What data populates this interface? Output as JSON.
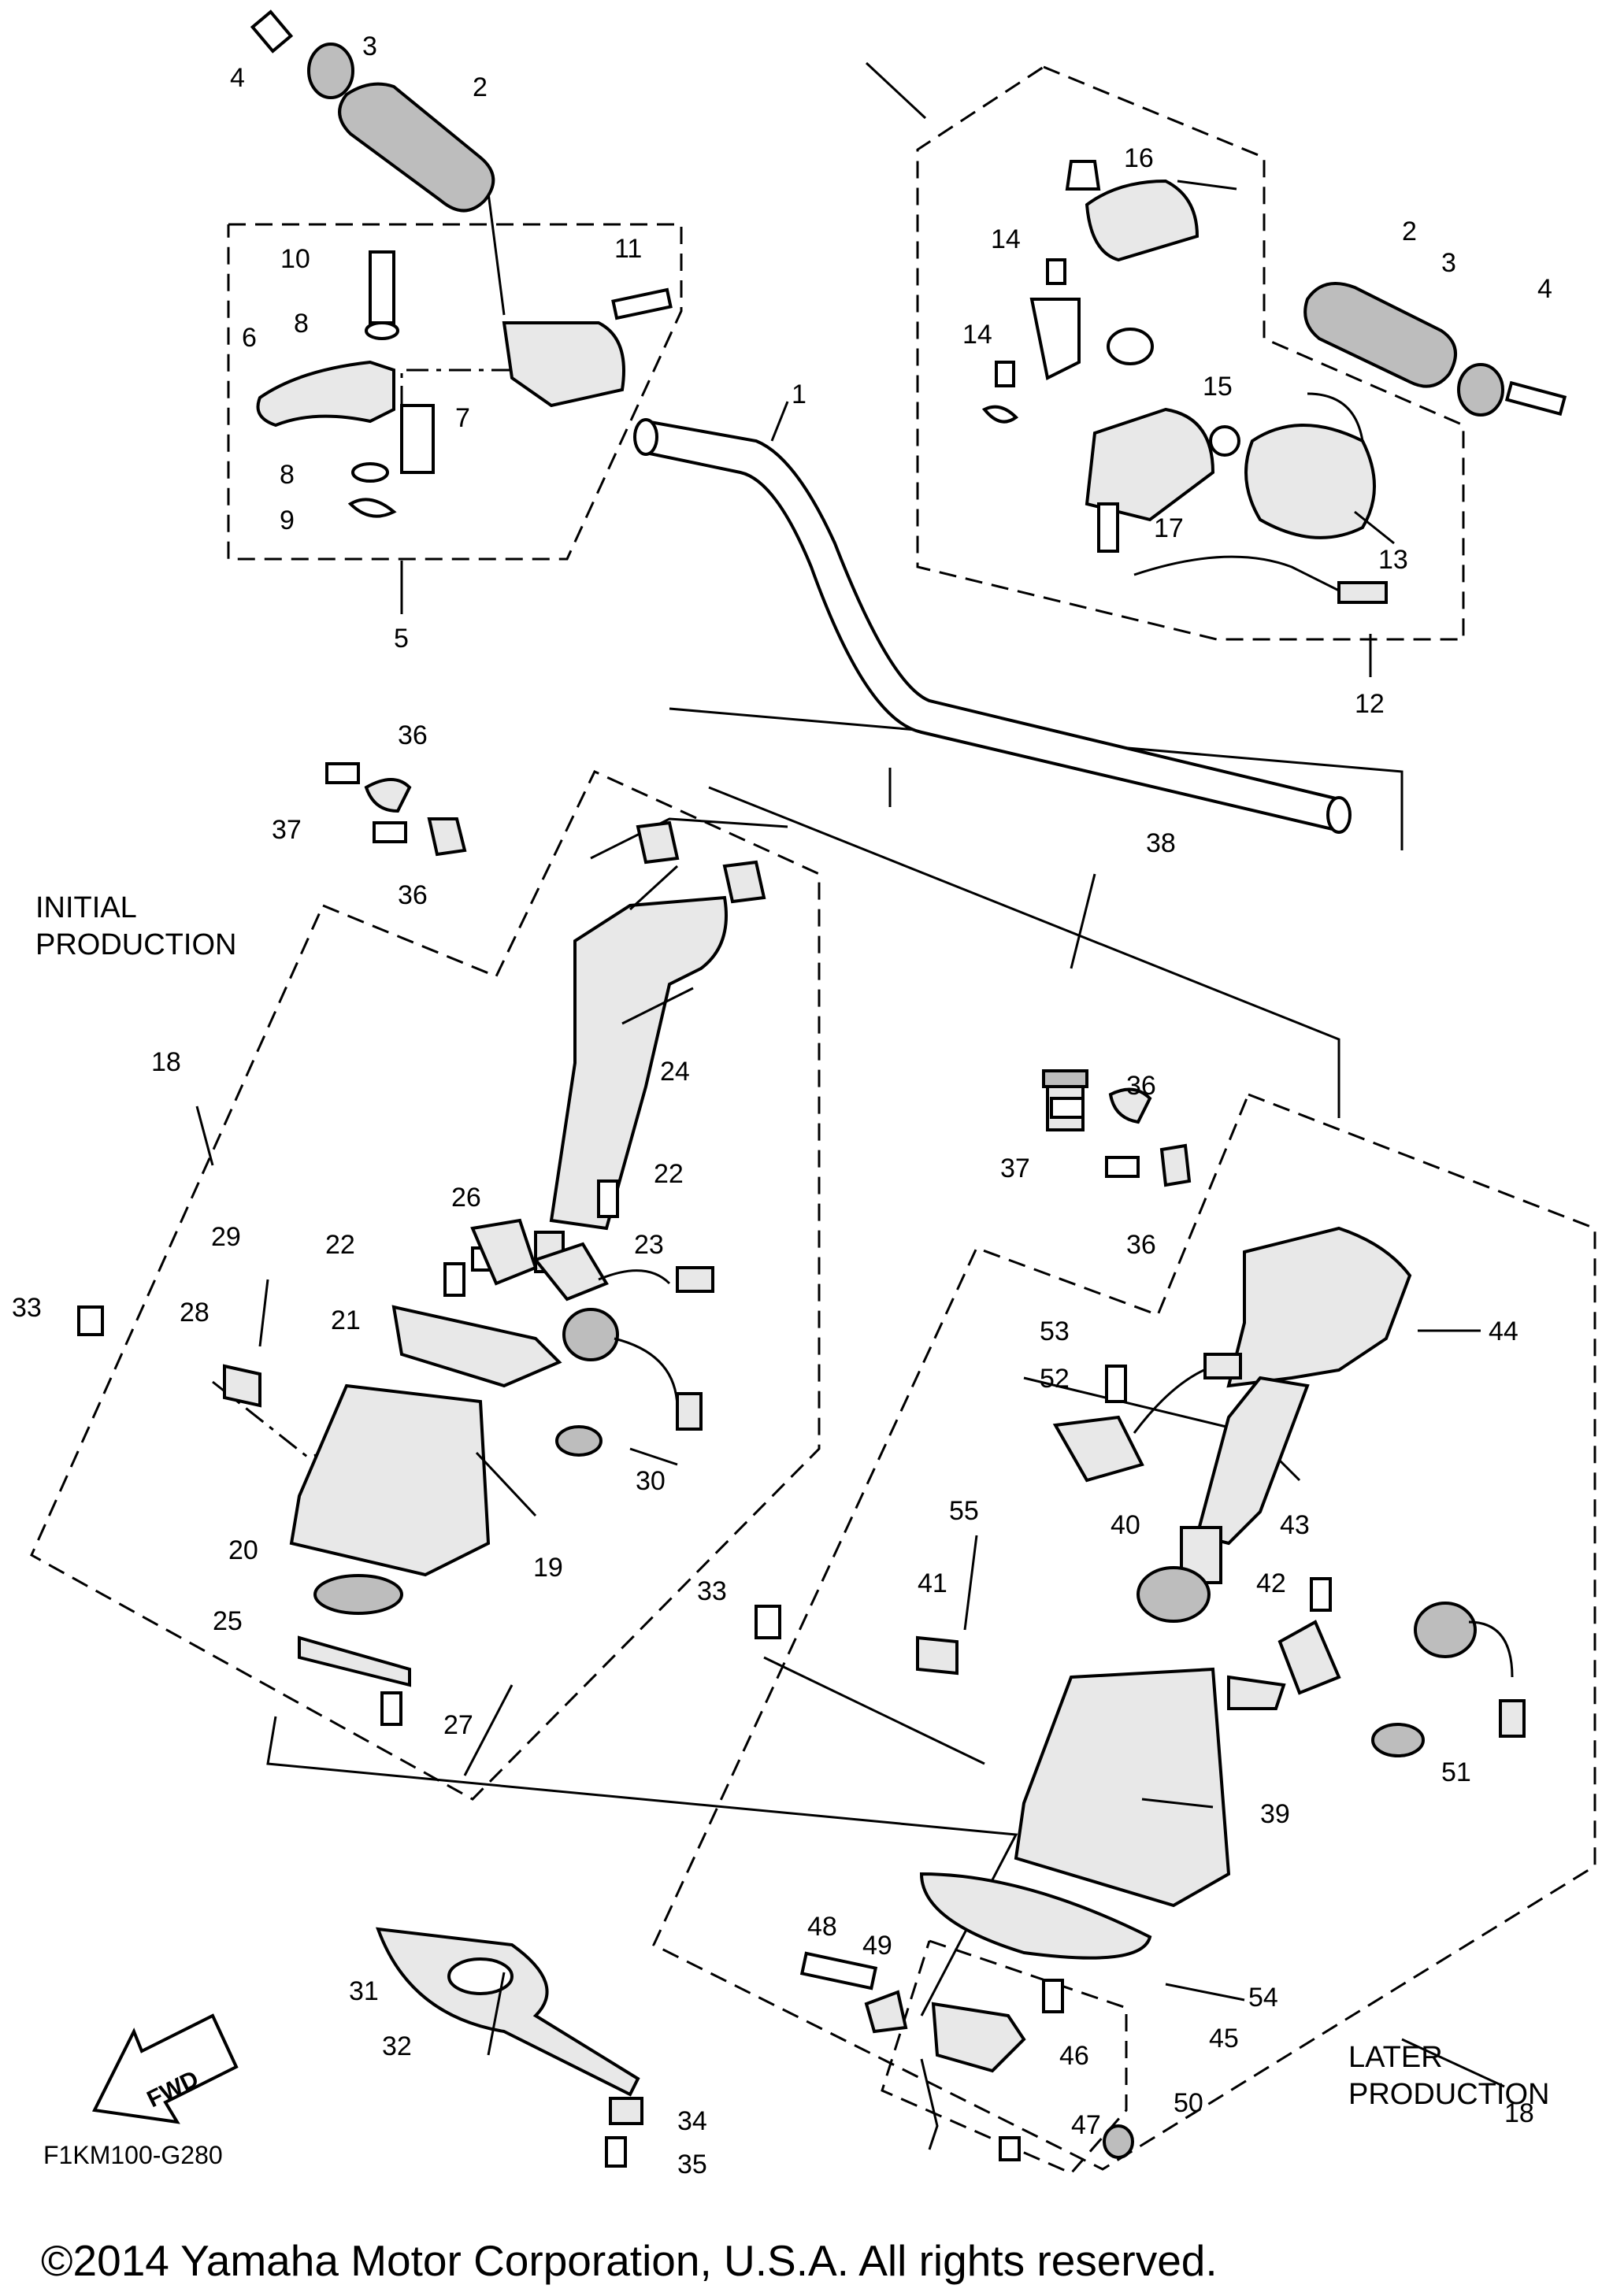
{
  "labels": {
    "p1": "1",
    "p2a": "2",
    "p2b": "2",
    "p3a": "3",
    "p3b": "3",
    "p4a": "4",
    "p4b": "4",
    "p5": "5",
    "p6": "6",
    "p7": "7",
    "p8a": "8",
    "p8b": "8",
    "p9": "9",
    "p10": "10",
    "p11": "11",
    "p12": "12",
    "p13": "13",
    "p14a": "14",
    "p14b": "14",
    "p15": "15",
    "p16": "16",
    "p17": "17",
    "p18a": "18",
    "p18b": "18",
    "p19": "19",
    "p20": "20",
    "p21": "21",
    "p22a": "22",
    "p22b": "22",
    "p23": "23",
    "p24": "24",
    "p25": "25",
    "p26": "26",
    "p27": "27",
    "p28": "28",
    "p29": "29",
    "p30": "30",
    "p31": "31",
    "p32": "32",
    "p33a": "33",
    "p33b": "33",
    "p34": "34",
    "p35": "35",
    "p36a": "36",
    "p36b": "36",
    "p36c": "36",
    "p36d": "36",
    "p37a": "37",
    "p37b": "37",
    "p38": "38",
    "p39": "39",
    "p40": "40",
    "p41": "41",
    "p42": "42",
    "p43": "43",
    "p44": "44",
    "p45": "45",
    "p46": "46",
    "p47": "47",
    "p48": "48",
    "p49": "49",
    "p50": "50",
    "p51": "51",
    "p52": "52",
    "p53": "53",
    "p54": "54",
    "p55": "55"
  },
  "notes": {
    "initial_line1": "INITIAL",
    "initial_line2": "PRODUCTION",
    "later_line1": "LATER",
    "later_line2": "PRODUCTION",
    "fwd": "FWD"
  },
  "diagram_code": "F1KM100-G280",
  "copyright": "©2014 Yamaha Motor Corporation, U.S.A. All rights reserved."
}
